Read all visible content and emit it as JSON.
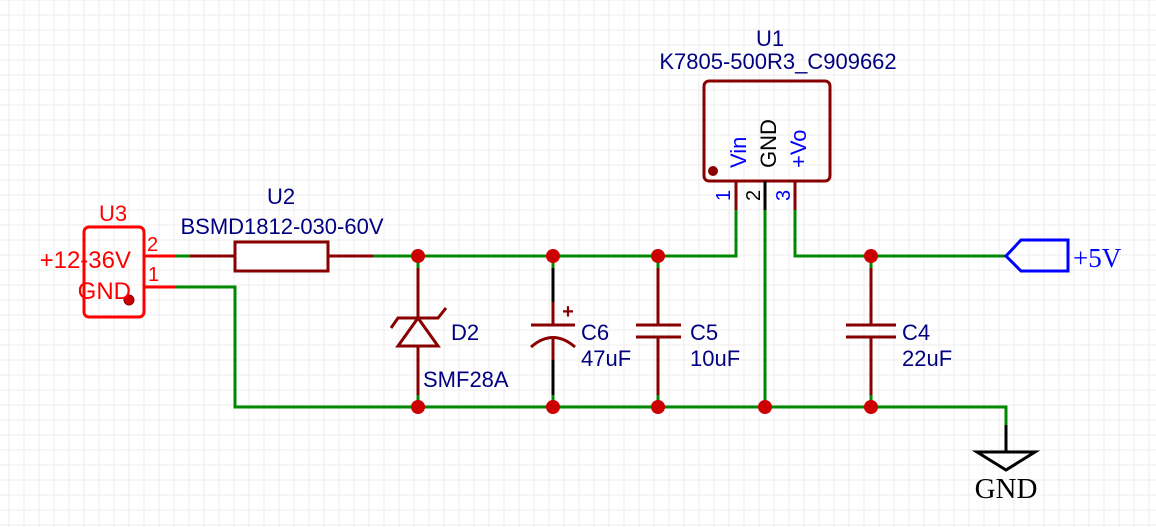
{
  "colors": {
    "grid": "#ececec",
    "wire": "#008800",
    "symbol": "#880000",
    "junction": "#cc0000",
    "ref_text": "#000080",
    "pin_text_blue": "#0000ff",
    "pin_text_black": "#000000",
    "connector": "#ff0000",
    "net_flag": "#0000ff",
    "gnd_symbol": "#000000"
  },
  "components": {
    "u3": {
      "ref": "U3",
      "pin2_num": "2",
      "pin1_num": "1",
      "pin2_name": "+12-36V",
      "pin1_name": "GND"
    },
    "u2": {
      "ref": "U2",
      "value": "BSMD1812-030-60V"
    },
    "u1": {
      "ref": "U1",
      "value": "K7805-500R3_C909662",
      "pins": [
        {
          "num": "1",
          "name": "Vin"
        },
        {
          "num": "2",
          "name": "GND"
        },
        {
          "num": "3",
          "name": "+Vo"
        }
      ]
    },
    "d2": {
      "ref": "D2",
      "value": "SMF28A"
    },
    "c6": {
      "ref": "C6",
      "value": "47uF",
      "polarity": "+"
    },
    "c5": {
      "ref": "C5",
      "value": "10uF"
    },
    "c4": {
      "ref": "C4",
      "value": "22uF"
    }
  },
  "nets": {
    "vout_flag": "+5V",
    "ground_flag": "GND"
  }
}
